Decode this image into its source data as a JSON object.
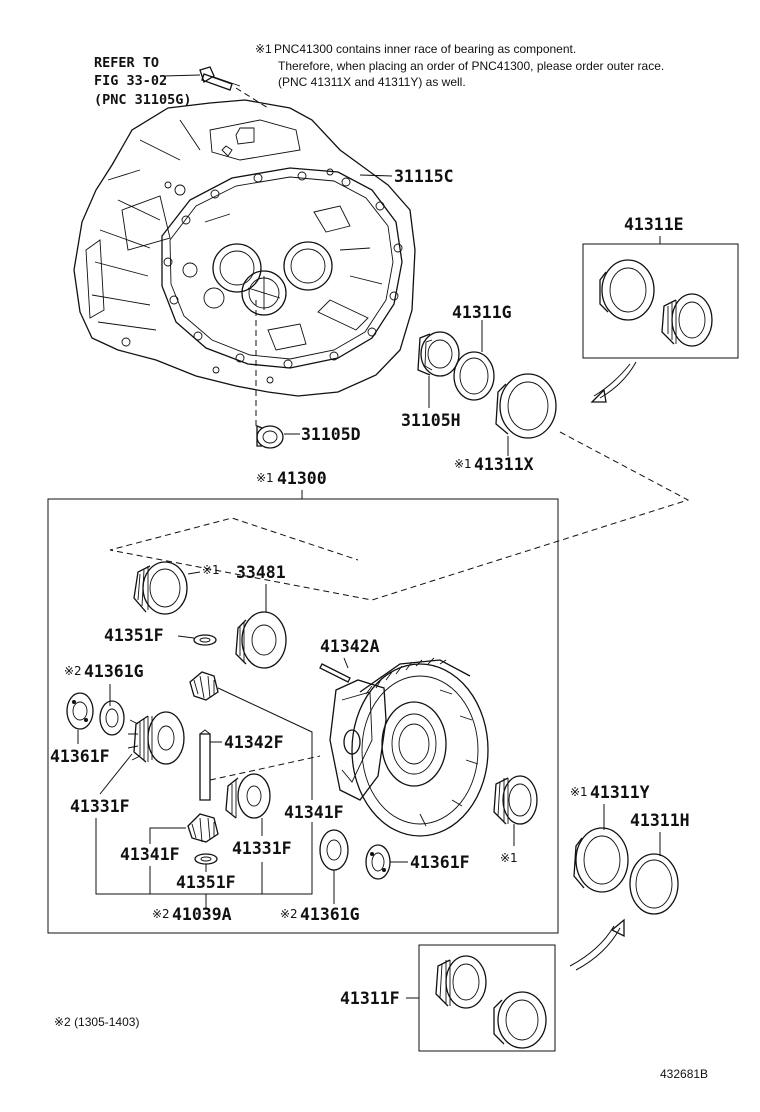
{
  "notes": {
    "note1_mark": "※1",
    "note1_line1": "PNC41300 contains inner race of bearing as component.",
    "note1_line2": "Therefore, when placing an order of PNC41300, please order outer race.",
    "note1_line3": "(PNC 41311X and 41311Y) as well.",
    "refer_line1": "REFER TO",
    "refer_line2": "FIG 33-02",
    "refer_line3": "(PNC 31105G)"
  },
  "labels": {
    "l31115C": "31115C",
    "l31105D": "31105D",
    "l31105H": "31105H",
    "l41311G": "41311G",
    "l41311E": "41311E",
    "l41311X": "41311X",
    "l41311X_mark": "※1",
    "l41300": "41300",
    "l41300_mark": "※1",
    "l33481": "33481",
    "l_x1_bearing": "※1",
    "l41351F_top": "41351F",
    "l41342A": "41342A",
    "l41361G_top": "41361G",
    "l41361G_top_mark": "※2",
    "l41361F_left": "41361F",
    "l41342F": "41342F",
    "l41331F_left": "41331F",
    "l41341F_right": "41341F",
    "l41341F_left": "41341F",
    "l41331F_mid": "41331F",
    "l41351F_bottom": "41351F",
    "l41039A": "41039A",
    "l41039A_mark": "※2",
    "l41361G_bottom": "41361G",
    "l41361G_bottom_mark": "※2",
    "l41361F_right": "41361F",
    "l_x1_right": "※1",
    "l41311Y": "41311Y",
    "l41311Y_mark": "※1",
    "l41311H": "41311H",
    "l41311F": "41311F"
  },
  "footer": {
    "date_note": "※2 (1305-1403)",
    "figure_id": "432681B"
  }
}
